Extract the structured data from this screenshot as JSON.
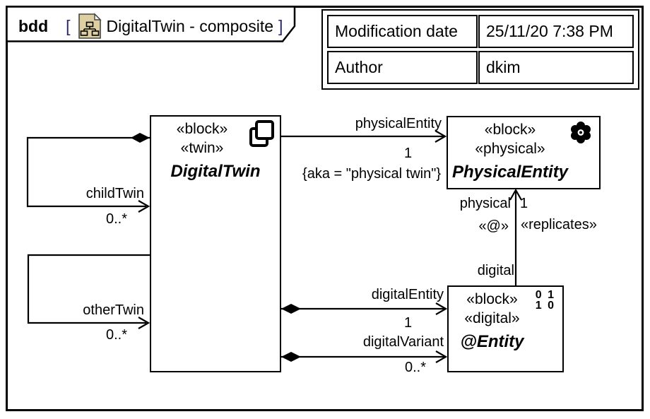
{
  "header": {
    "keyword": "bdd",
    "bracket_open": "[",
    "title": "DigitalTwin - composite",
    "bracket_close": "]",
    "icon": "hierarchy-document-icon"
  },
  "info_table": {
    "rows": [
      {
        "label": "Modification date",
        "value": "25/11/20 7:38 PM"
      },
      {
        "label": "Author",
        "value": "dkim"
      }
    ]
  },
  "blocks": {
    "digital_twin": {
      "stereotypes": [
        "«block»",
        "«twin»"
      ],
      "name": "DigitalTwin",
      "icon": "copy-icon"
    },
    "physical_entity": {
      "stereotypes": [
        "«block»",
        "«physical»"
      ],
      "name": "PhysicalEntity",
      "icon": "atom-icon"
    },
    "entity": {
      "stereotypes": [
        "«block»",
        "«digital»"
      ],
      "name": "@Entity",
      "icon": "binary-icon",
      "binary_line1": "0 1",
      "binary_line2": "1 0"
    }
  },
  "connectors": {
    "physical_entity_assoc": {
      "name": "physicalEntity",
      "multiplicity": "1",
      "constraint": "{aka = \"physical twin\"}"
    },
    "child_twin": {
      "name": "childTwin",
      "multiplicity": "0..*"
    },
    "other_twin": {
      "name": "otherTwin",
      "multiplicity": "0..*"
    },
    "digital_entity": {
      "name": "digitalEntity",
      "multiplicity": "1"
    },
    "digital_variant": {
      "name": "digitalVariant",
      "multiplicity": "0..*"
    },
    "replicates": {
      "role_top": "physical",
      "multiplicity_top": "1",
      "stereotype_left": "«@»",
      "stereotype_right": "«replicates»",
      "role_bottom": "digital"
    }
  },
  "colors": {
    "line": "#000000",
    "bracket_navy": "#26266b",
    "icon_tan": "#ddcfa0",
    "background": "#ffffff"
  }
}
